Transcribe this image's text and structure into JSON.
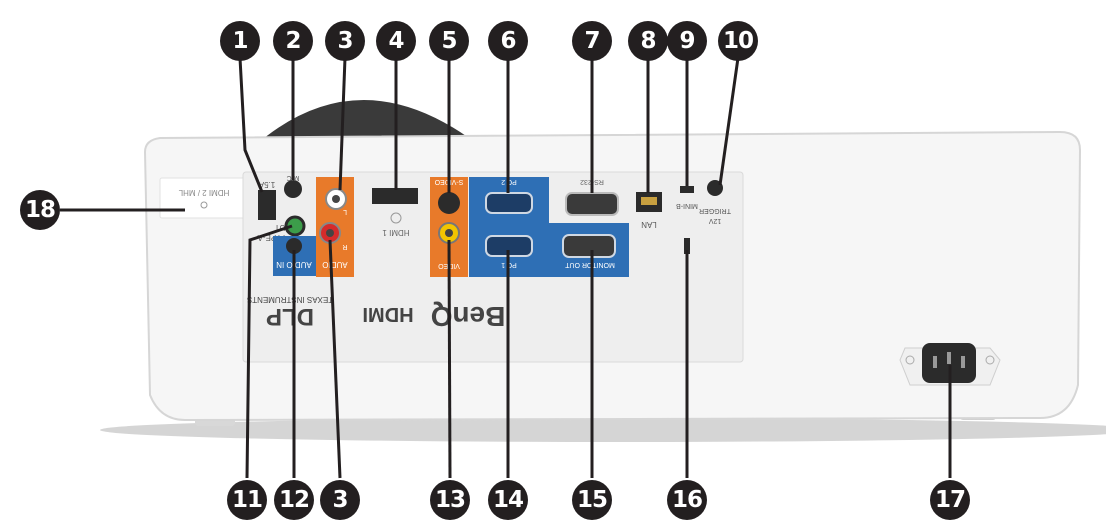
{
  "callouts": {
    "top": [
      "1",
      "2",
      "3",
      "4",
      "5",
      "6",
      "7",
      "8",
      "9",
      "10"
    ],
    "bottom": [
      "11",
      "12",
      "3",
      "13",
      "14",
      "15",
      "16",
      "17"
    ],
    "side": "18"
  },
  "panel_labels": {
    "usb_type_a": "TYPE-A",
    "usb_out": "OUT",
    "usb_power": "1.5A",
    "mic": "MIC",
    "audio_in": "AUDIO IN",
    "audio_l": "L",
    "audio_r": "R",
    "audio_group": "AUDIO",
    "hdmi1": "HDMI 1",
    "hdmi2_mhl": "HDMI 2 / MHL",
    "s_video": "S-VIDEO",
    "video": "VIDEO",
    "pc2": "PC 2",
    "pc1": "PC 1",
    "rs232": "RS-232",
    "monitor_out": "MONITOR OUT",
    "lan": "LAN",
    "mini_b": "MINI-B",
    "trigger_12v": "12V",
    "trigger": "TRIGGER"
  },
  "branding": {
    "benq": "BenQ",
    "hdmi": "HDMI",
    "dlp": "DLP",
    "texas_instruments": "TEXAS INSTRUMENTS"
  },
  "colors": {
    "callout": "#231f20",
    "body": "#f4f4f4",
    "pc_blue": "#2e6fb5",
    "audio_orange": "#e87a2a",
    "shadow": "#c9c9c9"
  }
}
